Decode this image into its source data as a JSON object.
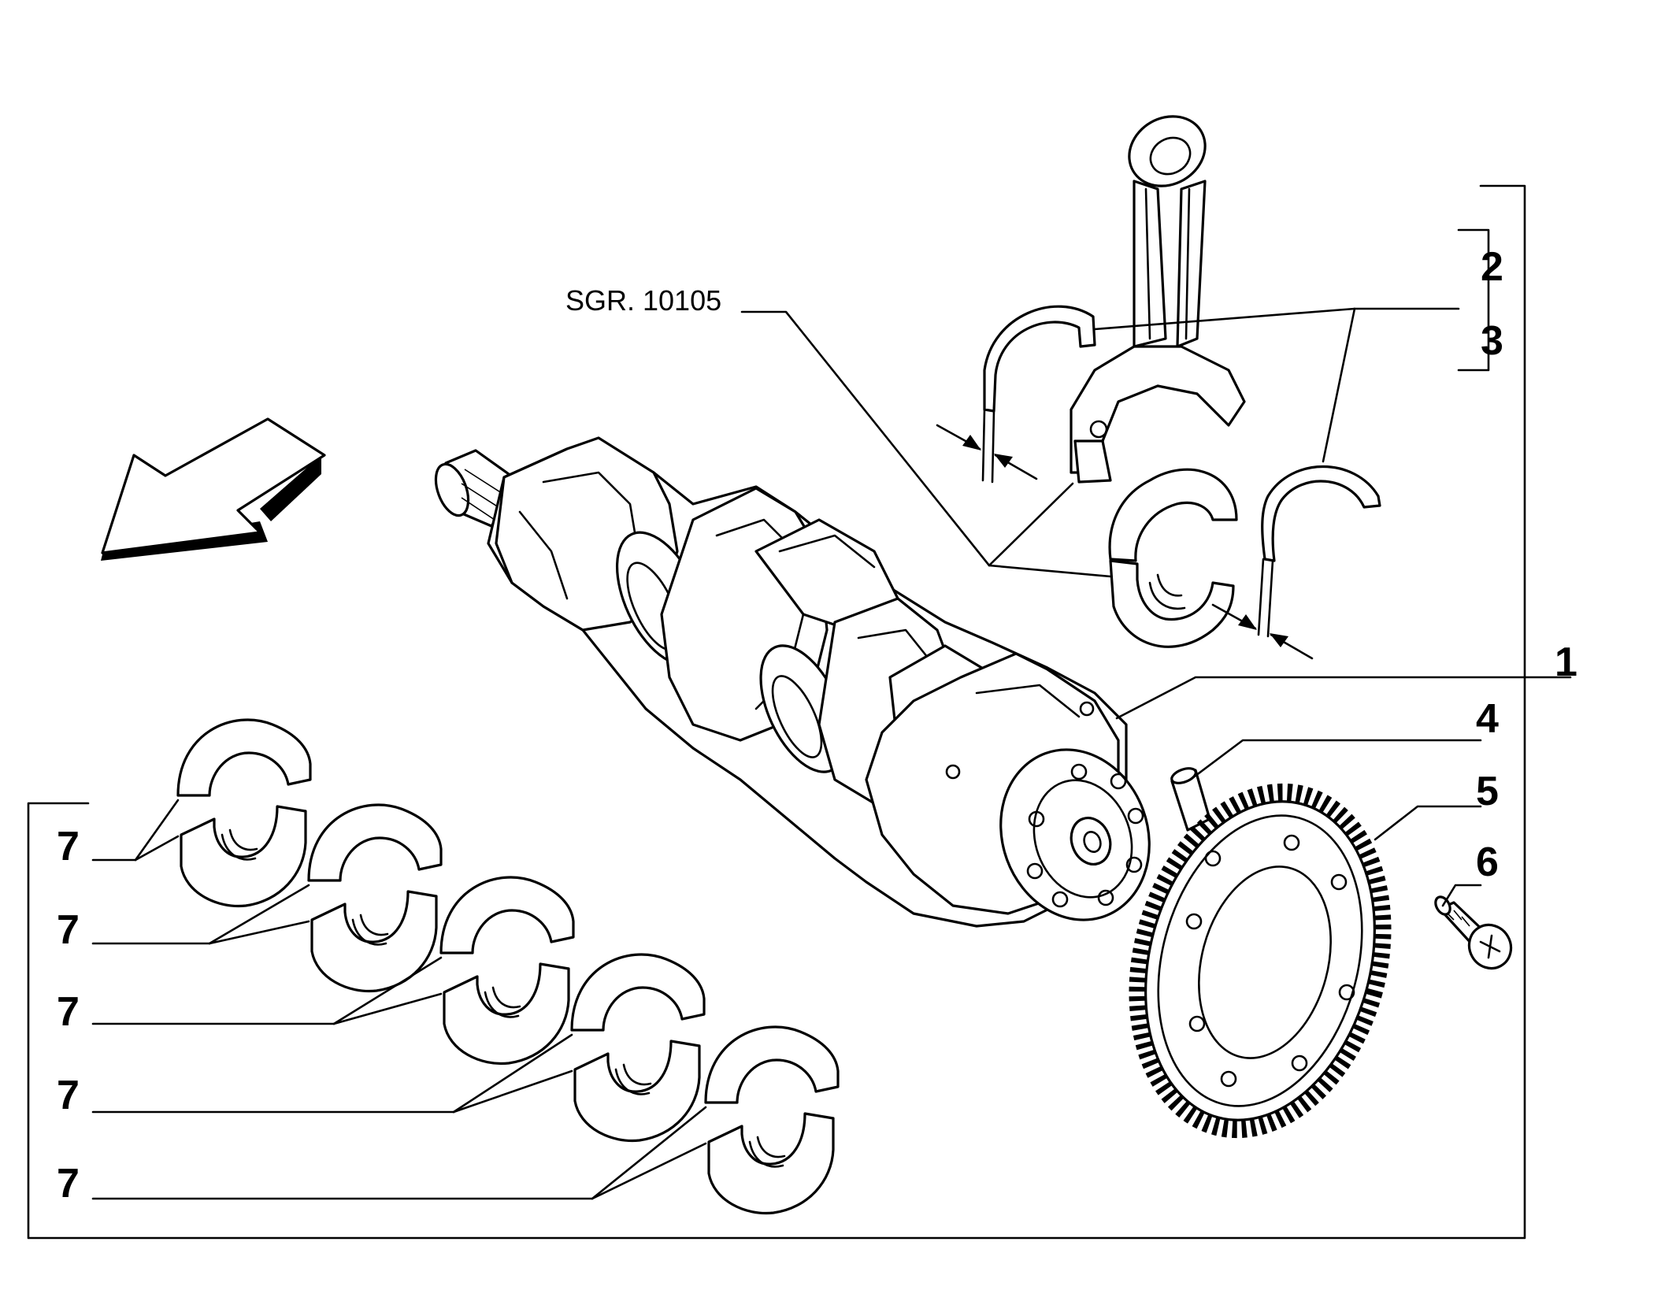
{
  "reference": "SGR. 10105",
  "callouts": {
    "c1": "1",
    "c2": "2",
    "c3": "3",
    "c4": "4",
    "c5": "5",
    "c6": "6",
    "c7": "7"
  }
}
